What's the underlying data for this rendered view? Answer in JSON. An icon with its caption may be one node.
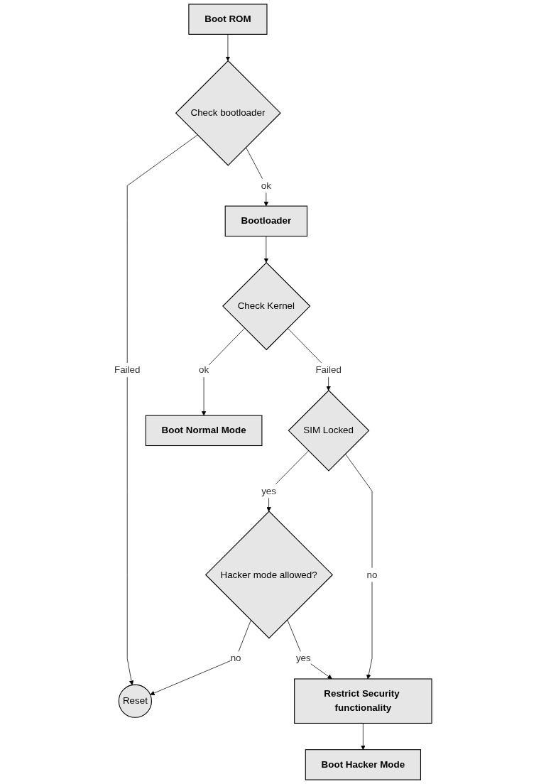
{
  "diagram": {
    "nodes": [
      {
        "text": [
          "Boot ROM"
        ]
      },
      {
        "text": [
          "Check bootloader"
        ]
      },
      {
        "text": [
          "Reset"
        ]
      },
      {
        "text": [
          "Bootloader"
        ]
      },
      {
        "text": [
          "Hacker mode allowed?"
        ]
      },
      {
        "text": [
          "Check Kernel"
        ]
      },
      {
        "text": [
          "SIM Locked"
        ]
      },
      {
        "text": [
          "Restrict Security functionality"
        ]
      },
      {
        "text": [
          "Boot Normal Mode"
        ]
      },
      {
        "text": [
          "Boot Hacker Mode"
        ]
      }
    ],
    "edges": [
      {
        "from": 0,
        "to": 1,
        "arrow": "to"
      },
      {
        "from": 1,
        "to": 2,
        "label": "Failed",
        "arrow": "to"
      },
      {
        "from": 1,
        "to": 3,
        "label": "ok",
        "arrow": "to"
      },
      {
        "from": 4,
        "to": 2,
        "label": "no",
        "arrow": "to"
      },
      {
        "from": 4,
        "to": 7,
        "label": "yes",
        "arrow": "to"
      },
      {
        "from": 3,
        "to": 5,
        "arrow": "to"
      },
      {
        "from": 5,
        "to": 6,
        "label": "Failed",
        "arrow": "to"
      },
      {
        "from": 6,
        "to": 4,
        "label": "yes",
        "arrow": "to"
      },
      {
        "from": 5,
        "to": 8,
        "label": "ok",
        "arrow": "to"
      },
      {
        "from": 6,
        "to": 7,
        "label": "no",
        "arrow": "to"
      },
      {
        "from": 7,
        "to": 9,
        "arrow": "to"
      }
    ]
  }
}
